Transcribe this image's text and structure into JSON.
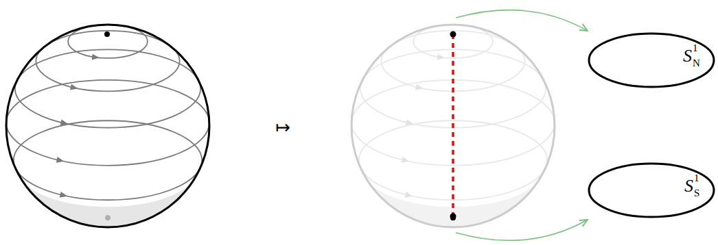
{
  "diagram": {
    "nodes": [
      {
        "text": [
          "S",
          "1",
          "N"
        ]
      },
      {
        "text": [
          "S",
          "1",
          "S"
        ]
      }
    ],
    "labels": [
      "↦"
    ]
  }
}
